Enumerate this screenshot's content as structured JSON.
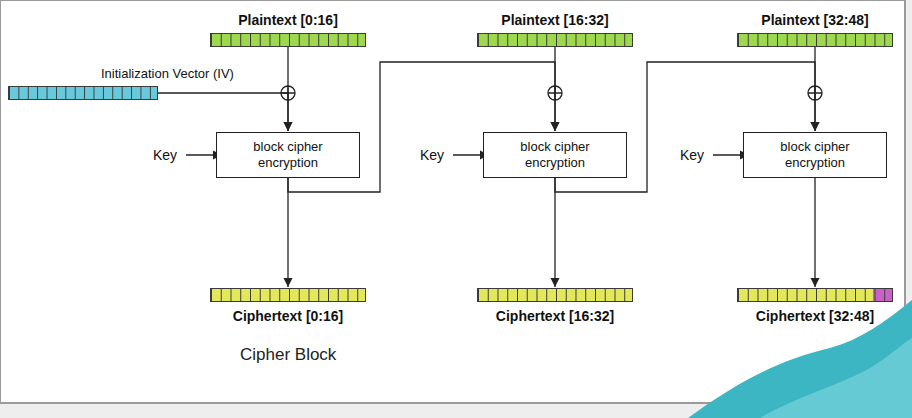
{
  "diagram": {
    "caption": "Cipher Block",
    "nodes": [
      {
        "text": [
          "Plaintext [0:16]"
        ]
      },
      {
        "text": [
          "Plaintext [16:32]"
        ]
      },
      {
        "text": [
          "Plaintext [32:48]"
        ]
      },
      {
        "text": [
          "Initialization Vector (IV)"
        ]
      },
      {
        "text": [
          "block cipher encryption"
        ]
      },
      {
        "text": [
          "block cipher encryption"
        ]
      },
      {
        "text": [
          "block cipher encryption"
        ]
      },
      {
        "text": [
          "Ciphertext [0:16]"
        ]
      },
      {
        "text": [
          "Ciphertext [16:32]"
        ]
      },
      {
        "text": [
          "Ciphertext [32:48]"
        ]
      }
    ],
    "edges": [
      {
        "from": 3,
        "to": 4,
        "arrow": "to"
      },
      {
        "from": 0,
        "to": 4,
        "arrow": "to"
      },
      {
        "from": 1,
        "to": 5,
        "arrow": "to"
      },
      {
        "from": 2,
        "to": 6,
        "arrow": "to"
      },
      {
        "from": 4,
        "to": 7,
        "arrow": "to"
      },
      {
        "from": 5,
        "to": 8,
        "arrow": "to"
      },
      {
        "from": 6,
        "to": 9,
        "arrow": "to"
      },
      {
        "from": 4,
        "to": 5,
        "arrow": "to"
      },
      {
        "from": 5,
        "to": 6,
        "arrow": "to"
      }
    ],
    "labels": [
      "Key",
      "Key",
      "Key"
    ]
  }
}
